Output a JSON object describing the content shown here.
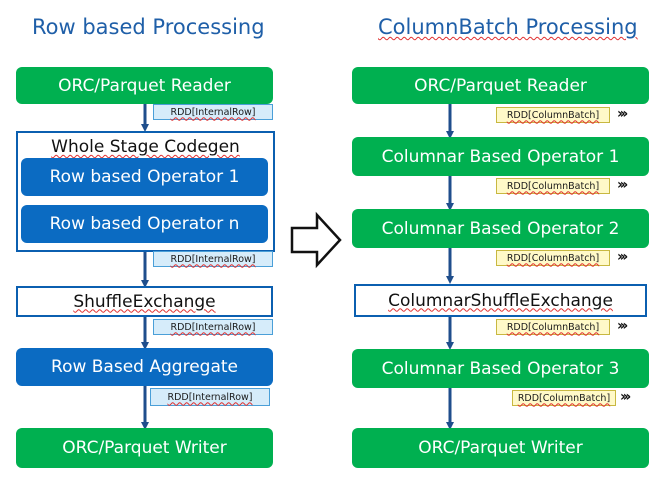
{
  "left": {
    "title": "Row based Processing",
    "reader": "ORC/Parquet Reader",
    "codegen_label": "Whole Stage Codegen",
    "op1": "Row based Operator 1",
    "opn": "Row based Operator n",
    "shuffle": "ShuffleExchange",
    "aggregate": "Row Based Aggregate",
    "writer": "ORC/Parquet Writer",
    "tags": [
      "RDD[InternalRow]",
      "RDD[InternalRow]",
      "RDD[InternalRow]",
      "RDD[InternalRow]"
    ]
  },
  "right": {
    "title": "ColumnBatch Processing",
    "reader": "ORC/Parquet Reader",
    "op1": "Columnar Based Operator 1",
    "op2": "Columnar Based Operator 2",
    "shuffle": "ColumnarShuffleExchange",
    "op3": "Columnar Based Operator 3",
    "writer": "ORC/Parquet Writer",
    "tags": [
      "RDD[ColumnBatch]",
      "RDD[ColumnBatch]",
      "RDD[ColumnBatch]",
      "RDD[ColumnBatch]",
      "RDD[ColumnBatch]"
    ]
  },
  "colors": {
    "green": "#00b050",
    "blue": "#0b6bc2",
    "outline": "#0b5fb0",
    "arrow": "#1f4e8c",
    "title": "#1f5fa8"
  },
  "icons": {
    "transition": "hollow-right-arrow-icon",
    "stream": "double-chevron-icon"
  }
}
